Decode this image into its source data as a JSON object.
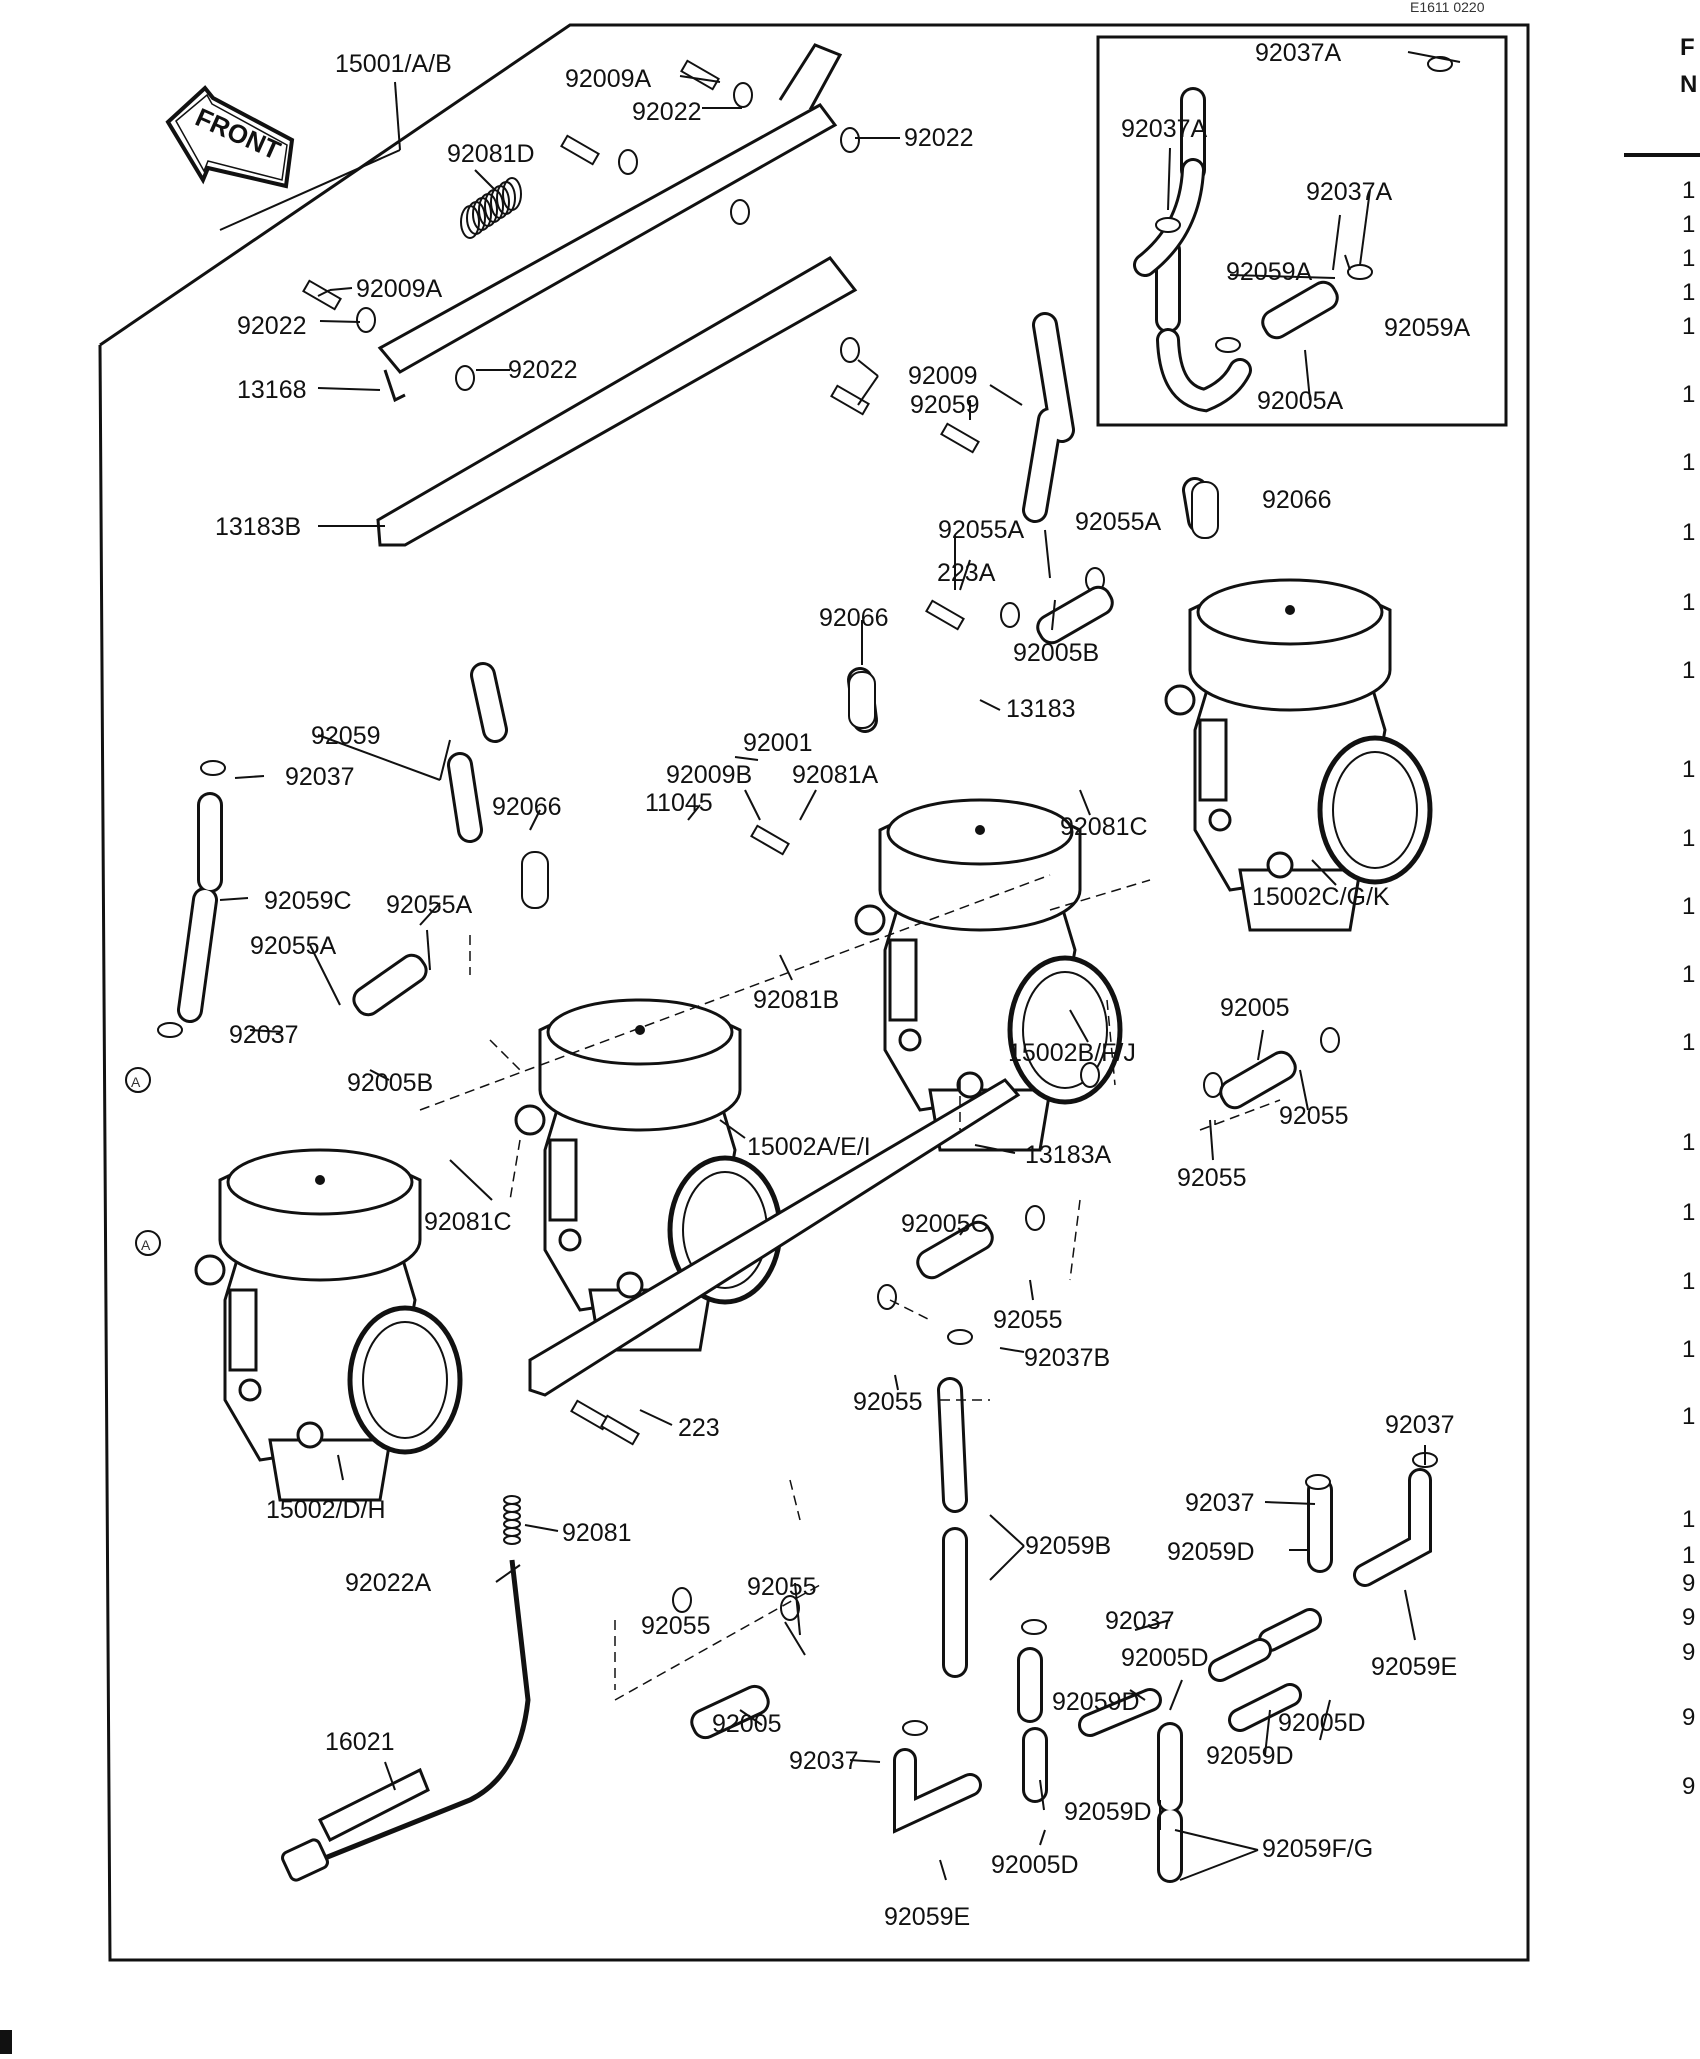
{
  "header_code": "E1611 0220",
  "front_label": "FRONT",
  "circle_ref": "A",
  "right_column": {
    "heading": [
      "F",
      "N"
    ],
    "codes": [
      "1",
      "1",
      "1",
      "1",
      "1",
      "1",
      "1",
      "1",
      "1",
      "1",
      "1",
      "1",
      "1",
      "1",
      "1",
      "1",
      "1",
      "1",
      "1",
      "1",
      "1",
      "1",
      "9",
      "9",
      "9",
      "9",
      "9"
    ]
  },
  "callouts": [
    "15001/A/B",
    "92009A",
    "92022",
    "92022",
    "92081D",
    "92009A",
    "92022",
    "92022",
    "13168",
    "13183B",
    "92009",
    "92059",
    "92066",
    "92055A",
    "92055A",
    "223A",
    "92005B",
    "92066",
    "13183",
    "92059",
    "92037",
    "92001",
    "92009B",
    "92081A",
    "11045",
    "92066",
    "92081C",
    "15002C/G/K",
    "92059C",
    "92055A",
    "92055A",
    "92037",
    "92005B",
    "92081B",
    "15002B/F/J",
    "92005",
    "92055",
    "92055",
    "15002A/E/I",
    "13183A",
    "92081C",
    "92005C",
    "92055",
    "92037B",
    "92055",
    "223",
    "15002/D/H",
    "92081",
    "92022A",
    "92059B",
    "92055",
    "92055",
    "92005",
    "16021",
    "92037",
    "92037",
    "92059D",
    "92037",
    "92005D",
    "92059D",
    "92005D",
    "92059E",
    "92059D",
    "92037",
    "92059D",
    "92005D",
    "92059F/G",
    "92059E",
    "92037A",
    "92037A",
    "92037A",
    "92059A",
    "92059A",
    "92005A"
  ]
}
